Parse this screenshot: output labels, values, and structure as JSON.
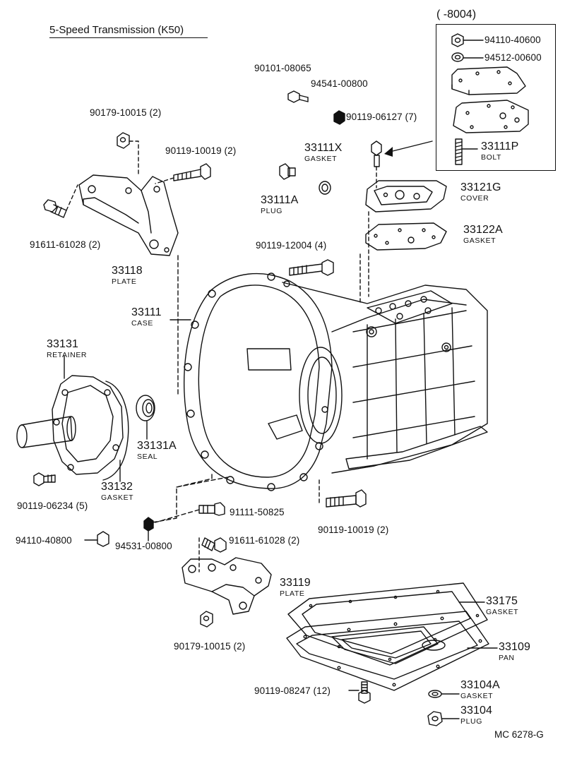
{
  "diagram": {
    "title": "5-Speed Transmission (K50)",
    "inset_range": "(      -8004)",
    "drawing_code": "MC 6278-G",
    "callouts": [
      {
        "id": "c1",
        "number": "94110-40600",
        "name": ""
      },
      {
        "id": "c2",
        "number": "94512-00600",
        "name": ""
      },
      {
        "id": "c3",
        "number": "33111P",
        "name": "BOLT"
      },
      {
        "id": "c4",
        "number": "90101-08065",
        "name": ""
      },
      {
        "id": "c5",
        "number": "94541-00800",
        "name": ""
      },
      {
        "id": "c6",
        "number": "90119-06127 (7)",
        "name": ""
      },
      {
        "id": "c7",
        "number": "90179-10015 (2)",
        "name": ""
      },
      {
        "id": "c8",
        "number": "90119-10019 (2)",
        "name": ""
      },
      {
        "id": "c9",
        "number": "33111X",
        "name": "GASKET"
      },
      {
        "id": "c10",
        "number": "33111A",
        "name": "PLUG"
      },
      {
        "id": "c11",
        "number": "33121G",
        "name": "COVER"
      },
      {
        "id": "c12",
        "number": "33122A",
        "name": "GASKET"
      },
      {
        "id": "c13",
        "number": "91611-61028 (2)",
        "name": ""
      },
      {
        "id": "c14",
        "number": "33118",
        "name": "PLATE"
      },
      {
        "id": "c15",
        "number": "90119-12004 (4)",
        "name": ""
      },
      {
        "id": "c16",
        "number": "33111",
        "name": "CASE"
      },
      {
        "id": "c17",
        "number": "33131",
        "name": "RETAINER"
      },
      {
        "id": "c18",
        "number": "33131A",
        "name": "SEAL"
      },
      {
        "id": "c19",
        "number": "33132",
        "name": "GASKET"
      },
      {
        "id": "c20",
        "number": "90119-06234 (5)",
        "name": ""
      },
      {
        "id": "c21",
        "number": "91111-50825",
        "name": ""
      },
      {
        "id": "c22",
        "number": "90119-10019 (2)",
        "name": ""
      },
      {
        "id": "c23",
        "number": "94110-40800",
        "name": ""
      },
      {
        "id": "c24",
        "number": "94531-00800",
        "name": ""
      },
      {
        "id": "c25",
        "number": "91611-61028 (2)",
        "name": ""
      },
      {
        "id": "c26",
        "number": "33119",
        "name": "PLATE"
      },
      {
        "id": "c27",
        "number": "33175",
        "name": "GASKET"
      },
      {
        "id": "c28",
        "number": "90179-10015 (2)",
        "name": ""
      },
      {
        "id": "c29",
        "number": "33109",
        "name": "PAN"
      },
      {
        "id": "c30",
        "number": "90119-08247 (12)",
        "name": ""
      },
      {
        "id": "c31",
        "number": "33104A",
        "name": "GASKET"
      },
      {
        "id": "c32",
        "number": "33104",
        "name": "PLUG"
      }
    ]
  }
}
